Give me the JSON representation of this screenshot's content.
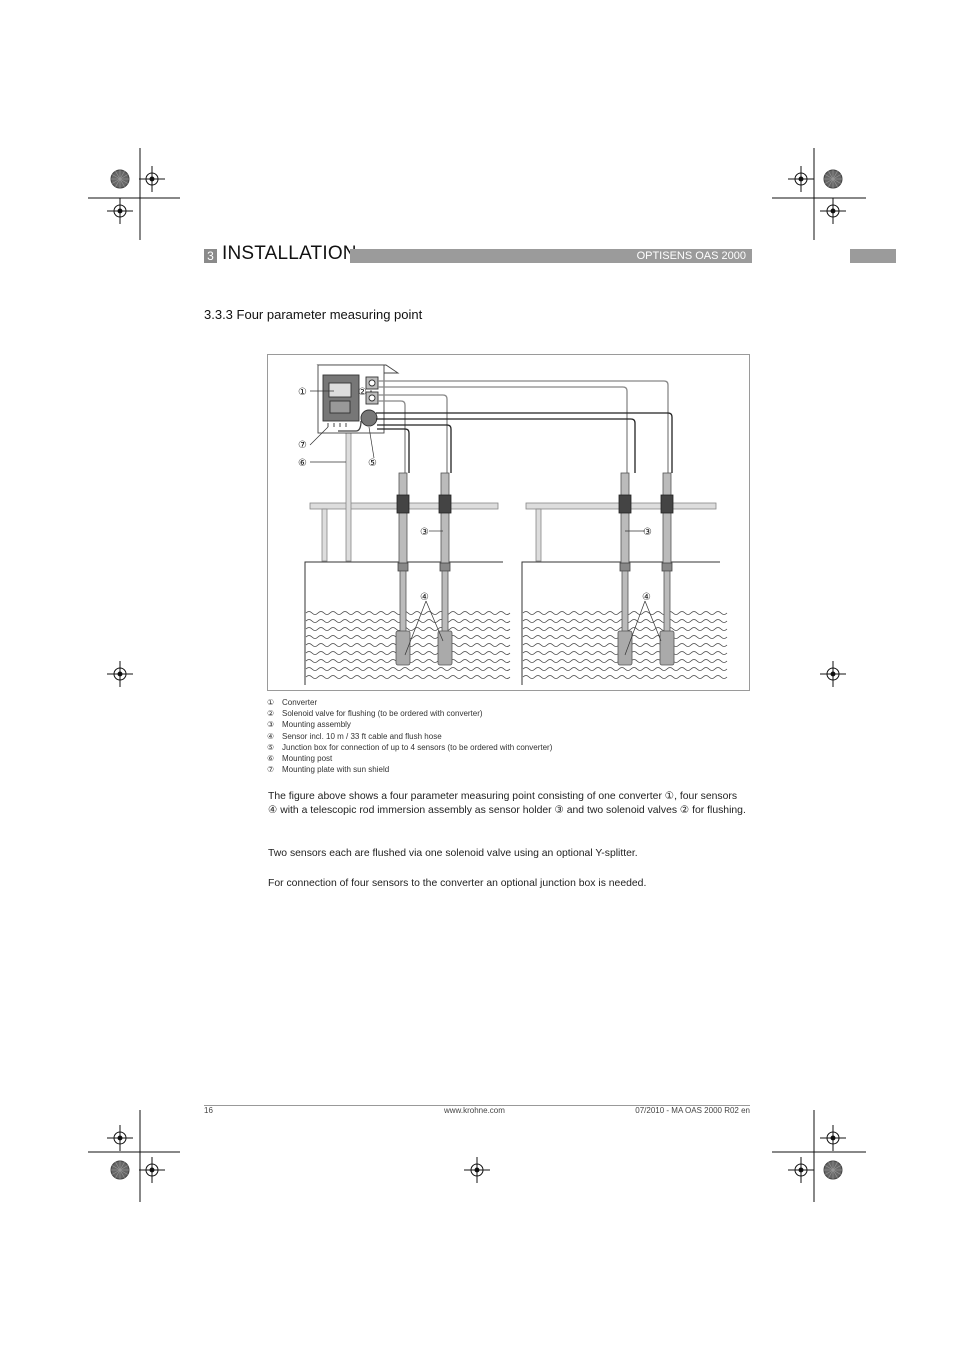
{
  "header": {
    "chapter_number": "3",
    "chapter_title": "INSTALLATION",
    "product_name": "OPTISENS OAS 2000"
  },
  "section": {
    "heading": "3.3.3  Four parameter measuring point"
  },
  "figure": {
    "callouts": [
      "①",
      "②",
      "③",
      "④",
      "⑤",
      "⑥",
      "⑦"
    ]
  },
  "legend": [
    {
      "num": "①",
      "text": "Converter"
    },
    {
      "num": "②",
      "text": "Solenoid valve for flushing (to be ordered with converter)"
    },
    {
      "num": "③",
      "text": "Mounting assembly"
    },
    {
      "num": "④",
      "text": "Sensor incl. 10 m / 33 ft cable and flush hose"
    },
    {
      "num": "⑤",
      "text": "Junction box for connection of up to 4 sensors (to be ordered with converter)"
    },
    {
      "num": "⑥",
      "text": "Mounting post"
    },
    {
      "num": "⑦",
      "text": "Mounting plate with sun shield"
    }
  ],
  "body": {
    "para_1": "The figure above shows a four parameter measuring point consisting of one converter ①, four sensors ④ with a telescopic rod immersion assembly as sensor holder ③ and two solenoid valves ② for flushing.",
    "para_2": "Two sensors each are flushed via one solenoid valve using an optional Y-splitter.",
    "para_3": "For connection of four sensors to the converter an optional junction box is needed."
  },
  "footer": {
    "page_number": "16",
    "url": "www.krohne.com",
    "doc_ref": "07/2010 - MA OAS 2000 R02 en"
  }
}
